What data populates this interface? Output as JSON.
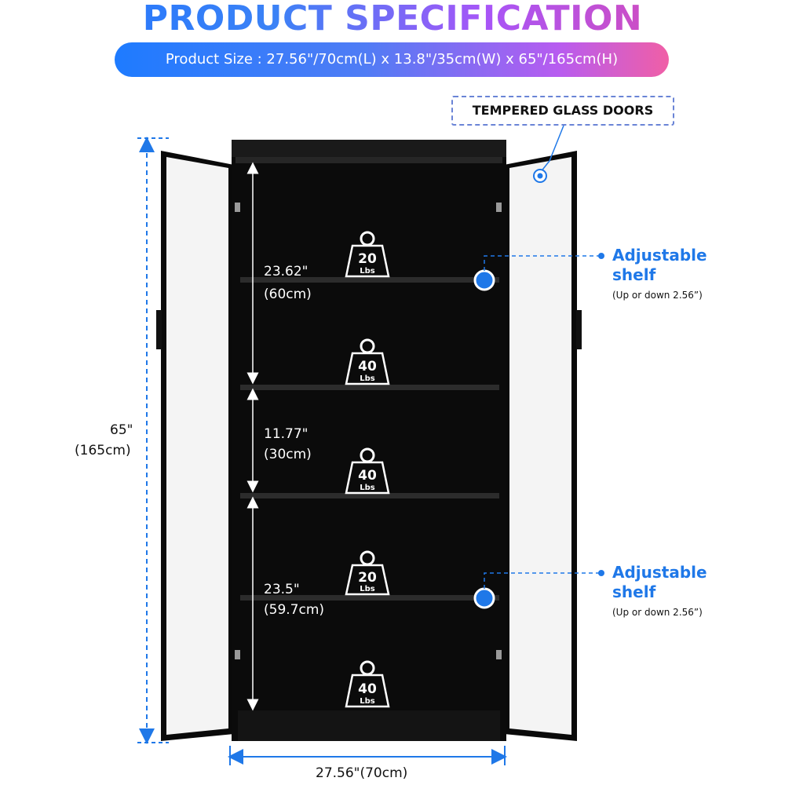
{
  "header": {
    "title": "PRODUCT SPECIFICATION",
    "size_text": "Product Size : 27.56\"/70cm(L) x 13.8\"/35cm(W) x 65\"/165cm(H)"
  },
  "callouts": {
    "glass_doors": "TEMPERED GLASS DOORS",
    "adjustable_shelves": [
      {
        "title_line1": "Adjustable",
        "title_line2": "shelf",
        "note": "(Up or down 2.56”)"
      },
      {
        "title_line1": "Adjustable",
        "title_line2": "shelf",
        "note": "(Up or down 2.56”)"
      }
    ]
  },
  "dimensions": {
    "height": {
      "inch": "65\"",
      "cm": "(165cm)"
    },
    "width": "27.56\"(70cm)",
    "compartments": [
      {
        "inch": "23.62\"",
        "cm": "(60cm)"
      },
      {
        "inch": "11.77\"",
        "cm": "(30cm)"
      },
      {
        "inch": "23.5\"",
        "cm": "(59.7cm)"
      }
    ]
  },
  "shelf_loads": [
    {
      "weight": "20",
      "unit": "Lbs"
    },
    {
      "weight": "40",
      "unit": "Lbs"
    },
    {
      "weight": "40",
      "unit": "Lbs"
    },
    {
      "weight": "20",
      "unit": "Lbs"
    },
    {
      "weight": "40",
      "unit": "Lbs"
    }
  ],
  "colors": {
    "accent_blue": "#1f78e8",
    "cabinet": "#0d0d0d",
    "glass": "#f5f5f5"
  }
}
